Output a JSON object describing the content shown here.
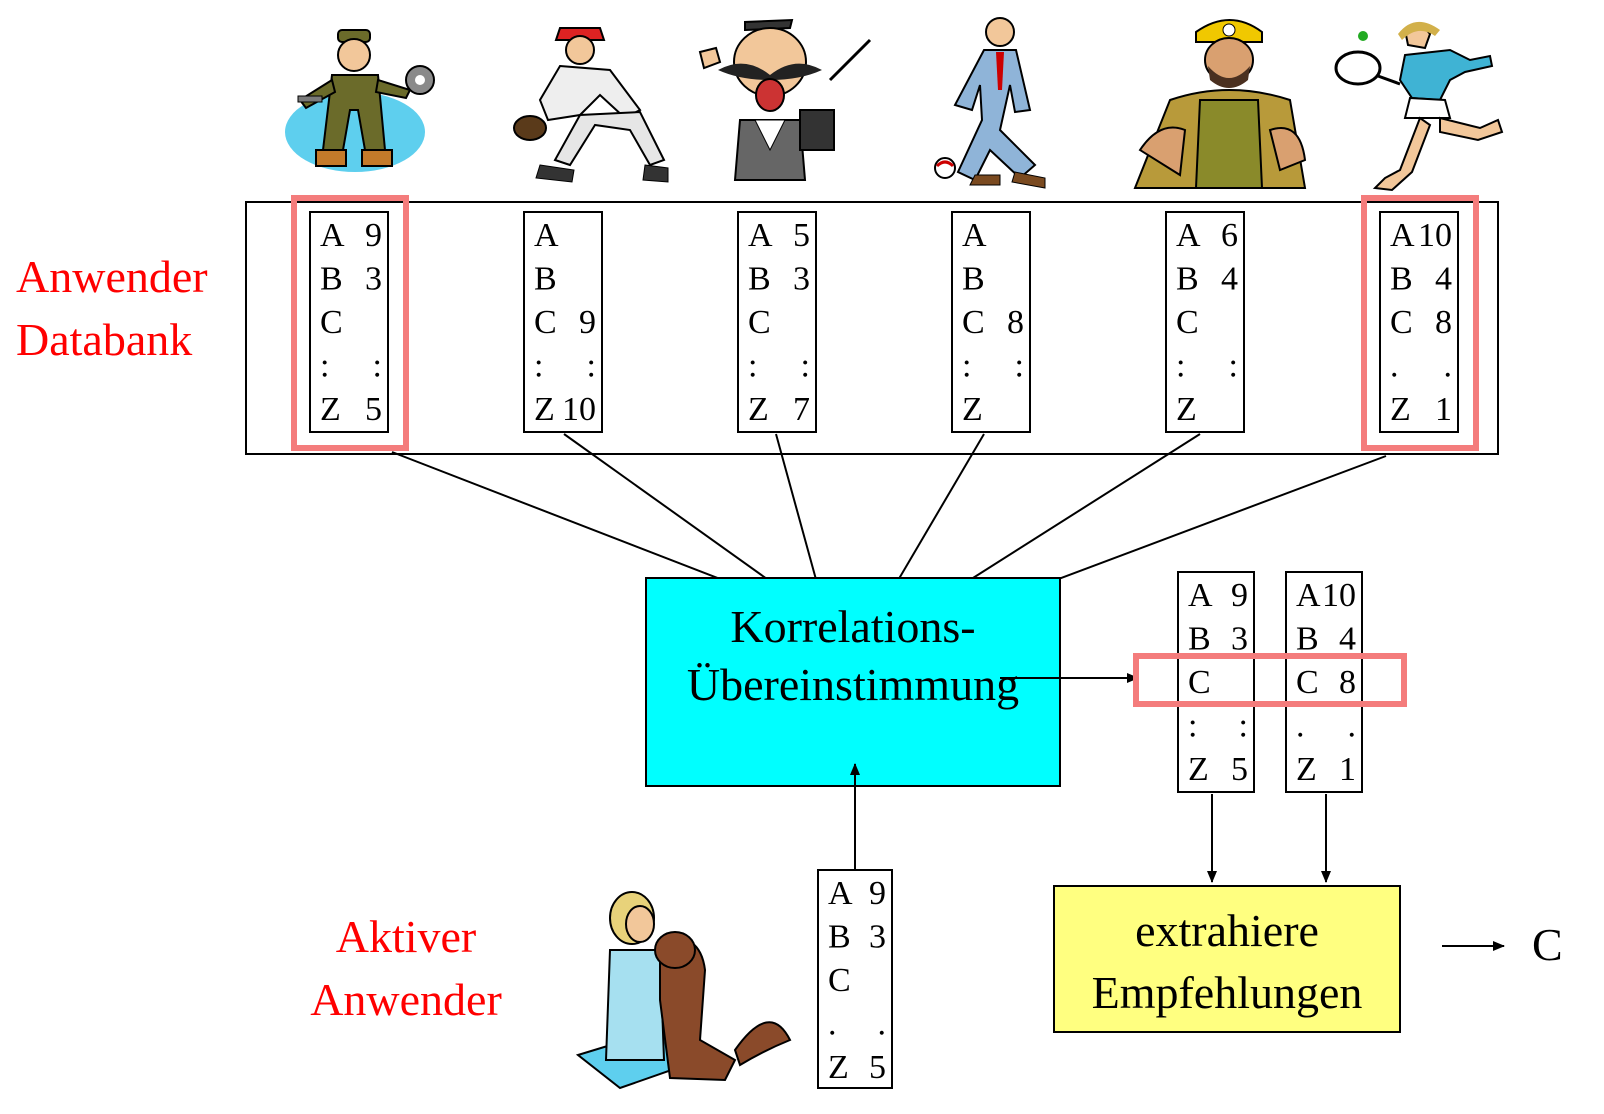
{
  "labels": {
    "database": [
      "Anwender",
      "Databank"
    ],
    "active_user": [
      "Aktiver",
      "Anwender"
    ]
  },
  "database_users": [
    {
      "figure": "mechanic-clipart-icon",
      "rows": [
        [
          "A",
          "9"
        ],
        [
          "B",
          "3"
        ],
        [
          "C",
          ""
        ],
        [
          ":",
          ":"
        ],
        [
          "Z",
          "5"
        ]
      ],
      "highlighted": true
    },
    {
      "figure": "baseball-player-clipart-icon",
      "rows": [
        [
          "A",
          ""
        ],
        [
          "B",
          ""
        ],
        [
          "C",
          "9"
        ],
        [
          ":",
          ":"
        ],
        [
          "Z",
          "10"
        ]
      ],
      "highlighted": false
    },
    {
      "figure": "opera-singer-clipart-icon",
      "rows": [
        [
          "A",
          "5"
        ],
        [
          "B",
          "3"
        ],
        [
          "C",
          ""
        ],
        [
          ":",
          ":"
        ],
        [
          "Z",
          "7"
        ]
      ],
      "highlighted": false
    },
    {
      "figure": "businessman-clipart-icon",
      "rows": [
        [
          "A",
          ""
        ],
        [
          "B",
          ""
        ],
        [
          "C",
          "8"
        ],
        [
          ":",
          ":"
        ],
        [
          "Z",
          ""
        ]
      ],
      "highlighted": false
    },
    {
      "figure": "miner-clipart-icon",
      "rows": [
        [
          "A",
          "6"
        ],
        [
          "B",
          "4"
        ],
        [
          "C",
          ""
        ],
        [
          ":",
          ":"
        ],
        [
          "Z",
          ""
        ]
      ],
      "highlighted": false
    },
    {
      "figure": "tennis-player-clipart-icon",
      "rows": [
        [
          "A",
          "10"
        ],
        [
          "B",
          "4"
        ],
        [
          "C",
          "8"
        ],
        [
          ".",
          "."
        ],
        [
          "Z",
          "1"
        ]
      ],
      "highlighted": true
    }
  ],
  "correlation_box": {
    "lines": [
      "Korrelations-",
      "Übereinstimmung"
    ],
    "color": "#00ffff"
  },
  "matched_users": [
    {
      "rows": [
        [
          "A",
          "9"
        ],
        [
          "B",
          "3"
        ],
        [
          "C",
          ""
        ],
        [
          ":",
          ":"
        ],
        [
          "Z",
          "5"
        ]
      ]
    },
    {
      "rows": [
        [
          "A",
          "10"
        ],
        [
          "B",
          "4"
        ],
        [
          "C",
          "8"
        ],
        [
          ".",
          "."
        ],
        [
          "Z",
          "1"
        ]
      ]
    }
  ],
  "extract_box": {
    "lines": [
      "extrahiere",
      "Empfehlungen"
    ],
    "color": "#ffff80"
  },
  "active_user_vector": {
    "figure": "girl-with-dog-clipart-icon",
    "rows": [
      [
        "A",
        "9"
      ],
      [
        "B",
        "3"
      ],
      [
        "C",
        ""
      ],
      [
        ".",
        "."
      ],
      [
        "Z",
        "5"
      ]
    ]
  },
  "result": "C",
  "colors": {
    "highlight": "#f47c7c",
    "label": "#ff0000"
  }
}
